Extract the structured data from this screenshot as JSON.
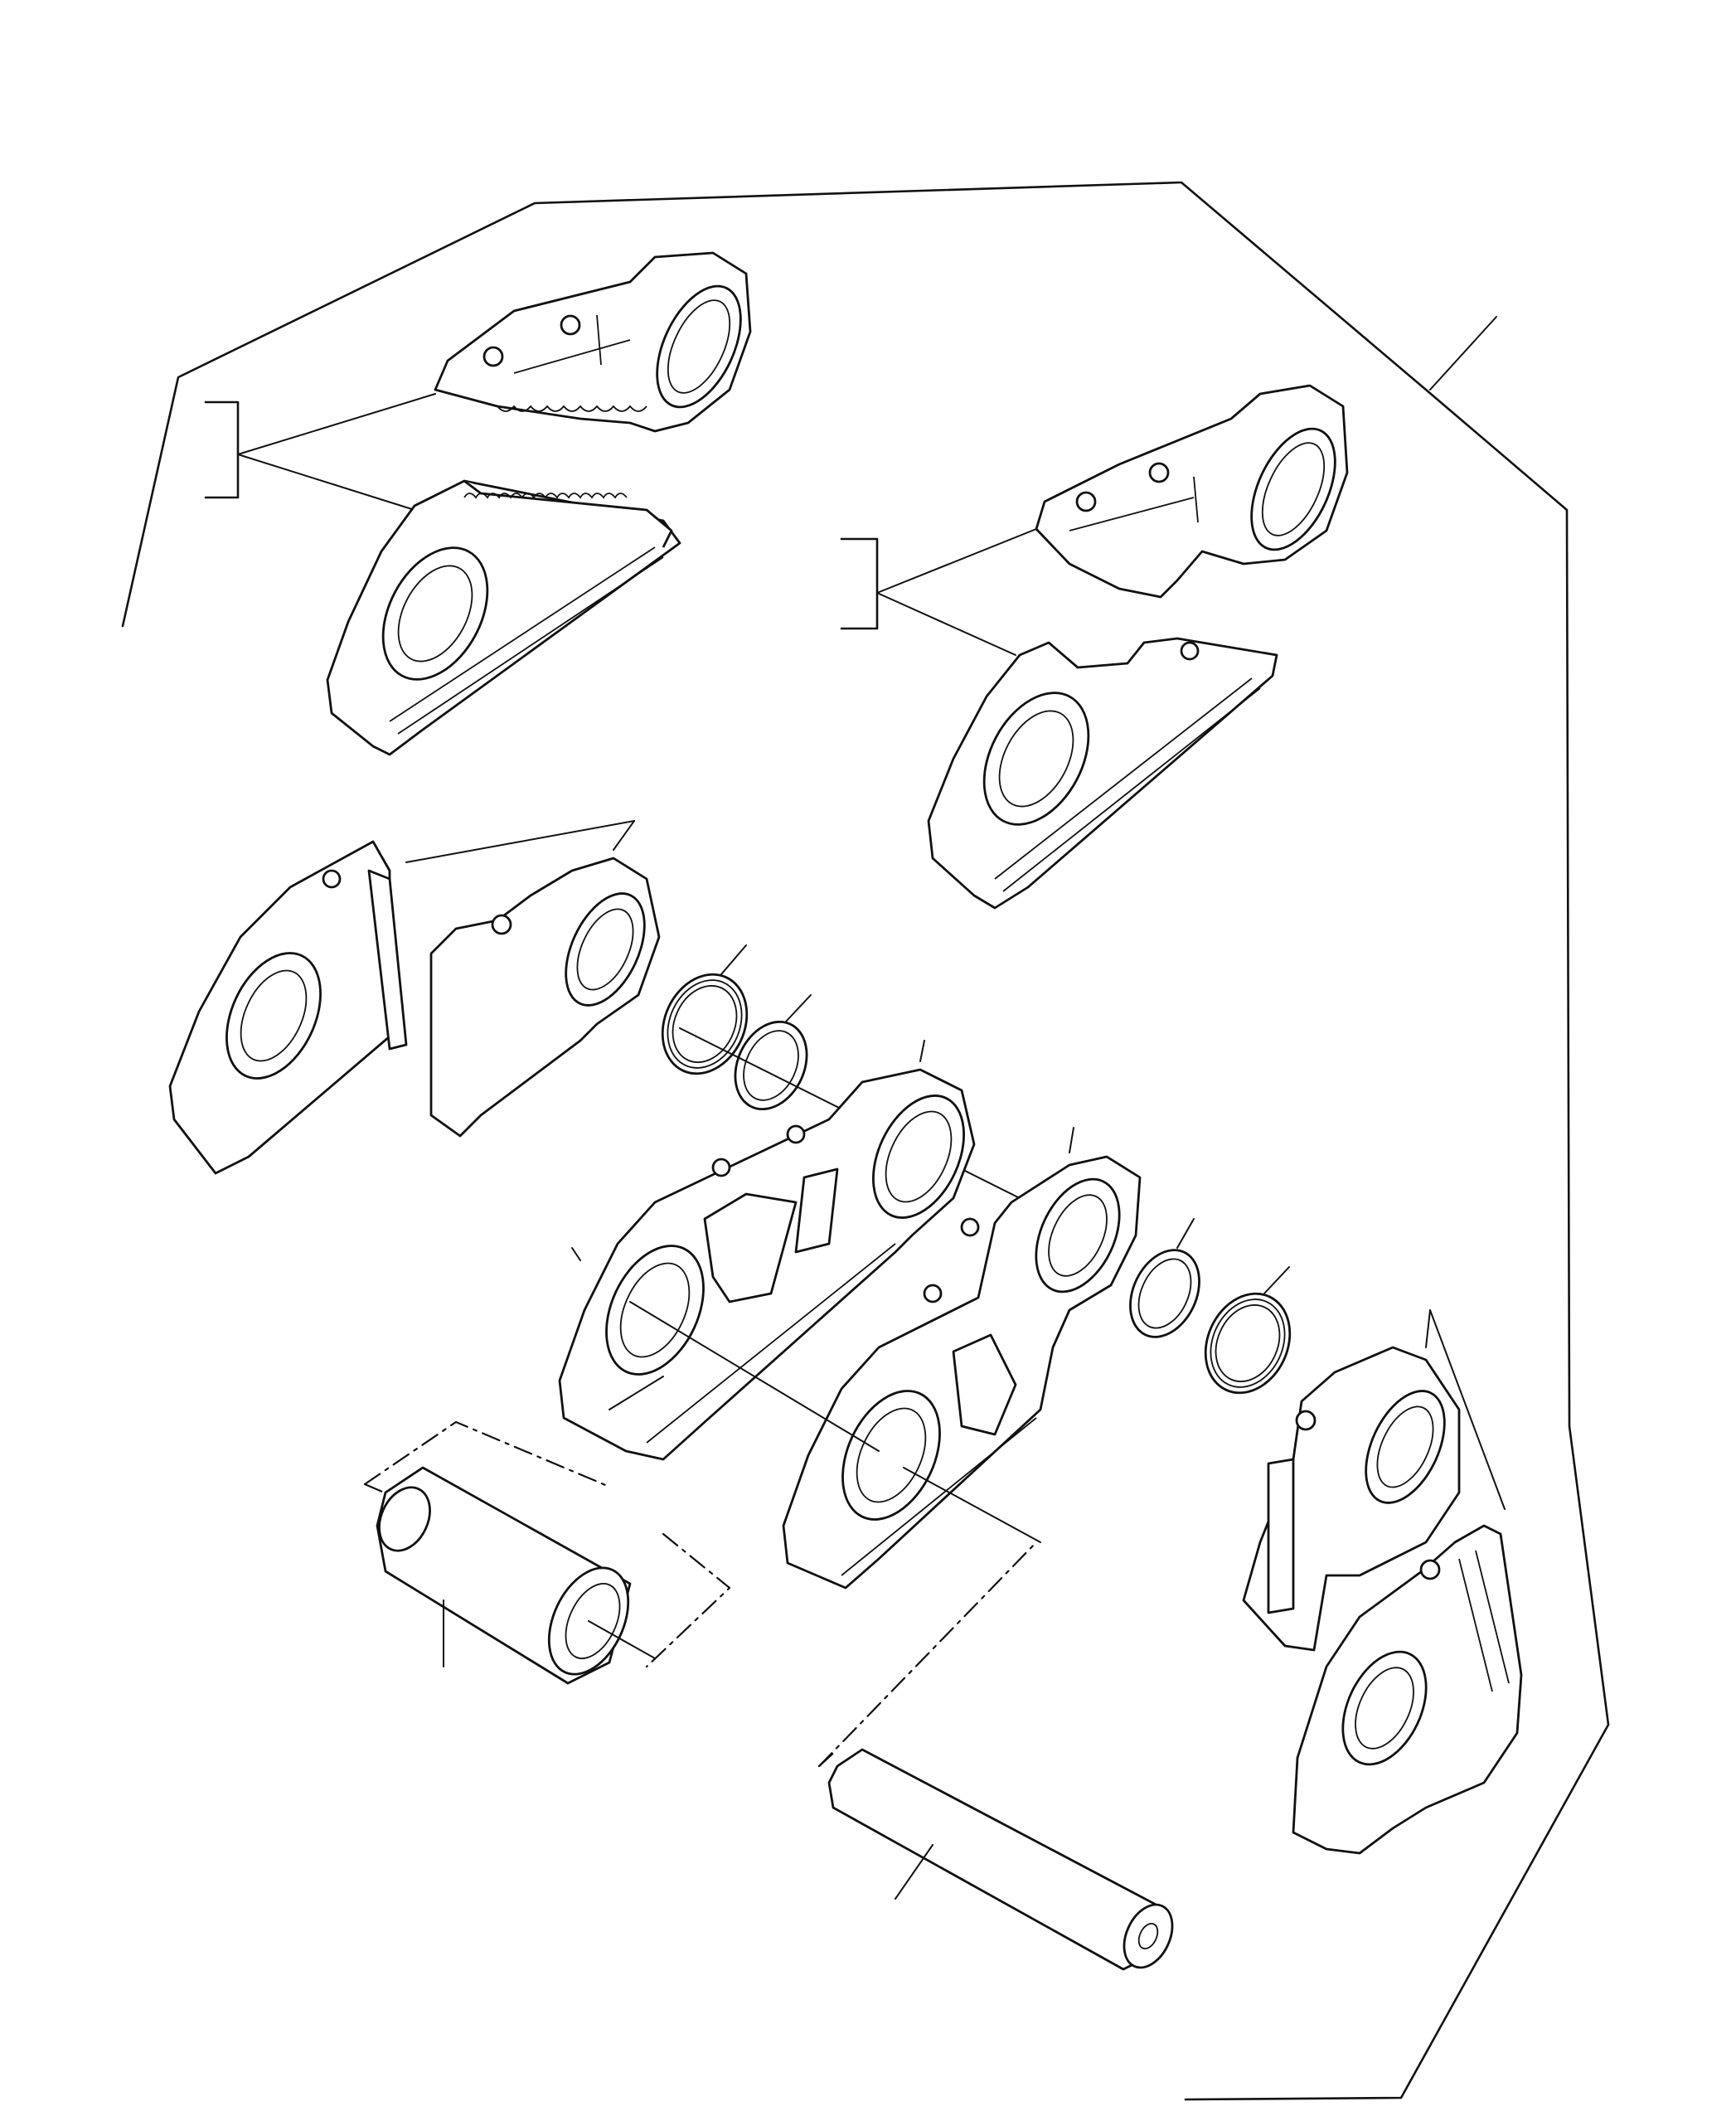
{
  "diagram": {
    "kind": "exploded-parts-view",
    "colors": {
      "ink": "#111111",
      "paper": "#ffffff"
    },
    "parts": [
      {
        "id": "grouser-shoe-upper-left",
        "label": ""
      },
      {
        "id": "track-link-upper-left",
        "label": ""
      },
      {
        "id": "grouser-shoe-upper-right",
        "label": ""
      },
      {
        "id": "track-link-upper-right",
        "label": ""
      },
      {
        "id": "master-link-left",
        "label": ""
      },
      {
        "id": "master-link-inner",
        "label": ""
      },
      {
        "id": "seal-ring-1",
        "label": ""
      },
      {
        "id": "seal-ring-2",
        "label": ""
      },
      {
        "id": "track-link-center-left",
        "label": ""
      },
      {
        "id": "track-link-center-right",
        "label": ""
      },
      {
        "id": "seal-ring-3",
        "label": ""
      },
      {
        "id": "seal-ring-4",
        "label": ""
      },
      {
        "id": "master-link-right",
        "label": ""
      },
      {
        "id": "track-link-lower-right",
        "label": ""
      },
      {
        "id": "bushing",
        "label": ""
      },
      {
        "id": "track-pin",
        "label": ""
      }
    ]
  }
}
